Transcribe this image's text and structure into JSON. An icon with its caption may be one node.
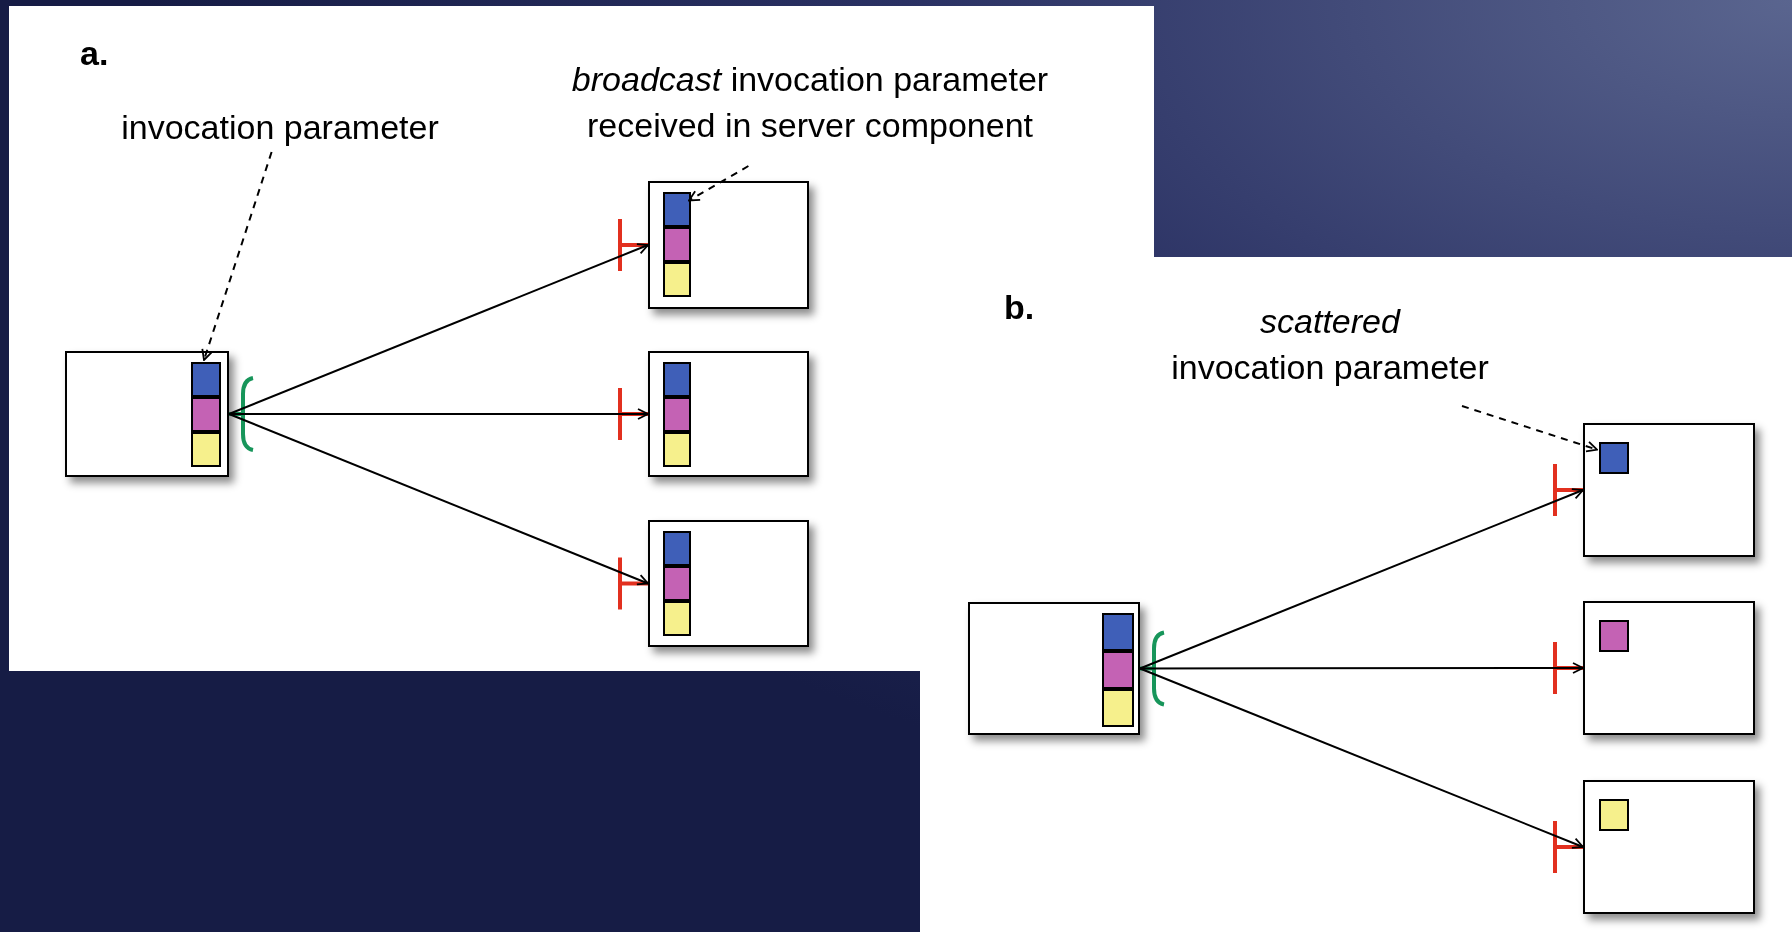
{
  "diagram": {
    "nodes": [
      {
        "text": [
          "invocation parameter"
        ]
      },
      {
        "text": [
          "*broadcast* invocation parameter received in server component"
        ]
      },
      {
        "text": [],
        "shape": "box"
      },
      {
        "text": [],
        "shape": "box",
        "in": 2
      },
      {
        "text": [],
        "shape": "box",
        "in": 2
      },
      {
        "text": [],
        "shape": "box",
        "in": 2
      },
      {
        "text": [],
        "shape": "box"
      },
      {
        "text": [],
        "shape": "box",
        "in": 6
      },
      {
        "text": [],
        "shape": "box",
        "in": 6
      },
      {
        "text": [],
        "shape": "box",
        "in": 6
      },
      {
        "text": [],
        "shape": "box"
      },
      {
        "text": [],
        "shape": "box",
        "in": 10
      },
      {
        "text": [],
        "shape": "box",
        "in": 10
      },
      {
        "text": [],
        "shape": "box",
        "in": 10
      },
      {
        "text": [],
        "shape": "box"
      },
      {
        "text": [],
        "shape": "box",
        "in": 14
      },
      {
        "text": [],
        "shape": "box",
        "in": 14
      },
      {
        "text": [],
        "shape": "box",
        "in": 14
      },
      {
        "text": [
          "scattered",
          "invocation parameter"
        ]
      },
      {
        "text": [],
        "shape": "box"
      },
      {
        "text": [],
        "shape": "box",
        "in": 19
      },
      {
        "text": [],
        "shape": "box",
        "in": 19
      },
      {
        "text": [],
        "shape": "box",
        "in": 19
      },
      {
        "text": [],
        "shape": "box"
      },
      {
        "text": [],
        "shape": "box",
        "in": 23
      },
      {
        "text": [],
        "shape": "box"
      },
      {
        "text": [],
        "shape": "box",
        "in": 25
      },
      {
        "text": [],
        "shape": "box"
      },
      {
        "text": [],
        "shape": "box",
        "in": 27
      }
    ],
    "edges": [
      {
        "from": 0,
        "to": 3,
        "arrow": "to",
        "style": "dashed"
      },
      {
        "from": 1,
        "to": 7,
        "arrow": "to",
        "style": "dashed"
      },
      {
        "from": 2,
        "to": 6,
        "arrow": "to"
      },
      {
        "from": 2,
        "to": 10,
        "arrow": "to"
      },
      {
        "from": 2,
        "to": 14,
        "arrow": "to"
      },
      {
        "from": 18,
        "to": 24,
        "arrow": "to",
        "style": "dashed"
      },
      {
        "from": 19,
        "to": 23,
        "arrow": "to"
      },
      {
        "from": 19,
        "to": 25,
        "arrow": "to"
      },
      {
        "from": 19,
        "to": 27,
        "arrow": "to"
      }
    ],
    "labels": [
      "a.",
      "b."
    ]
  }
}
